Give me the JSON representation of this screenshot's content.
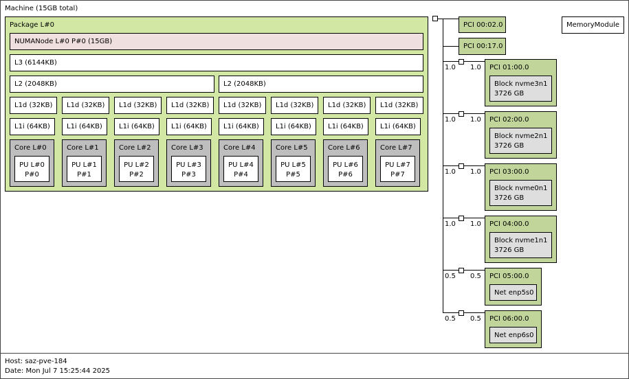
{
  "machine": {
    "label": "Machine (15GB total)"
  },
  "package": {
    "label": "Package L#0"
  },
  "numa": {
    "label": "NUMANode L#0 P#0 (15GB)"
  },
  "l3": {
    "label": "L3 (6144KB)"
  },
  "l2": [
    "L2 (2048KB)",
    "L2 (2048KB)"
  ],
  "l1d": [
    "L1d (32KB)",
    "L1d (32KB)",
    "L1d (32KB)",
    "L1d (32KB)",
    "L1d (32KB)",
    "L1d (32KB)",
    "L1d (32KB)",
    "L1d (32KB)"
  ],
  "l1i": [
    "L1i (64KB)",
    "L1i (64KB)",
    "L1i (64KB)",
    "L1i (64KB)",
    "L1i (64KB)",
    "L1i (64KB)",
    "L1i (64KB)",
    "L1i (64KB)"
  ],
  "cores": [
    {
      "label": "Core L#0",
      "pu1": "PU L#0",
      "pu2": "P#0"
    },
    {
      "label": "Core L#1",
      "pu1": "PU L#1",
      "pu2": "P#1"
    },
    {
      "label": "Core L#2",
      "pu1": "PU L#2",
      "pu2": "P#2"
    },
    {
      "label": "Core L#3",
      "pu1": "PU L#3",
      "pu2": "P#3"
    },
    {
      "label": "Core L#4",
      "pu1": "PU L#4",
      "pu2": "P#4"
    },
    {
      "label": "Core L#5",
      "pu1": "PU L#5",
      "pu2": "P#5"
    },
    {
      "label": "Core L#6",
      "pu1": "PU L#6",
      "pu2": "P#6"
    },
    {
      "label": "Core L#7",
      "pu1": "PU L#7",
      "pu2": "P#7"
    }
  ],
  "pci_top": [
    "PCI 00:02.0",
    "PCI 00:17.0"
  ],
  "pci_devices": [
    {
      "label": "PCI 01:00.0",
      "bw_left": "1.0",
      "bw_right": "1.0",
      "dev1": "Block nvme3n1",
      "dev2": "3726 GB"
    },
    {
      "label": "PCI 02:00.0",
      "bw_left": "1.0",
      "bw_right": "1.0",
      "dev1": "Block nvme2n1",
      "dev2": "3726 GB"
    },
    {
      "label": "PCI 03:00.0",
      "bw_left": "1.0",
      "bw_right": "1.0",
      "dev1": "Block nvme0n1",
      "dev2": "3726 GB"
    },
    {
      "label": "PCI 04:00.0",
      "bw_left": "1.0",
      "bw_right": "1.0",
      "dev1": "Block nvme1n1",
      "dev2": "3726 GB"
    },
    {
      "label": "PCI 05:00.0",
      "bw_left": "0.5",
      "bw_right": "0.5",
      "dev1": "Net enp5s0",
      "dev2": ""
    },
    {
      "label": "PCI 06:00.0",
      "bw_left": "0.5",
      "bw_right": "0.5",
      "dev1": "Net enp6s0",
      "dev2": ""
    }
  ],
  "memory_module": {
    "label": "MemoryModule"
  },
  "footer": {
    "host": "Host: saz-pve-184",
    "date": "Date: Mon Jul  7 15:25:44 2025"
  },
  "colors": {
    "package": "#d2e7a4",
    "numa": "#efdfde",
    "core": "#bebebe",
    "pci": "#c1d59a",
    "device": "#dedede"
  }
}
